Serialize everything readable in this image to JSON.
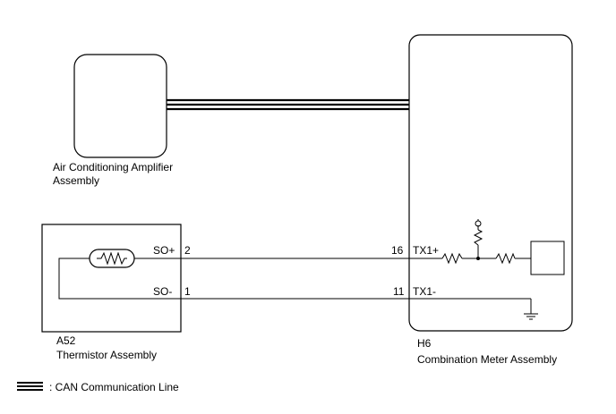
{
  "components": {
    "ac_amplifier": {
      "name_line1": "Air Conditioning Amplifier",
      "name_line2": "Assembly"
    },
    "thermistor": {
      "code": "A52",
      "name": "Thermistor Assembly",
      "pins": [
        {
          "signal": "SO+",
          "number": "2"
        },
        {
          "signal": "SO-",
          "number": "1"
        }
      ]
    },
    "combination_meter": {
      "code": "H6",
      "name": "Combination Meter Assembly",
      "pins": [
        {
          "number": "16",
          "signal": "TX1+"
        },
        {
          "number": "11",
          "signal": "TX1-"
        }
      ]
    }
  },
  "legend": {
    "text": ": CAN Communication Line"
  },
  "colors": {
    "line": "#000000",
    "background": "#ffffff"
  }
}
